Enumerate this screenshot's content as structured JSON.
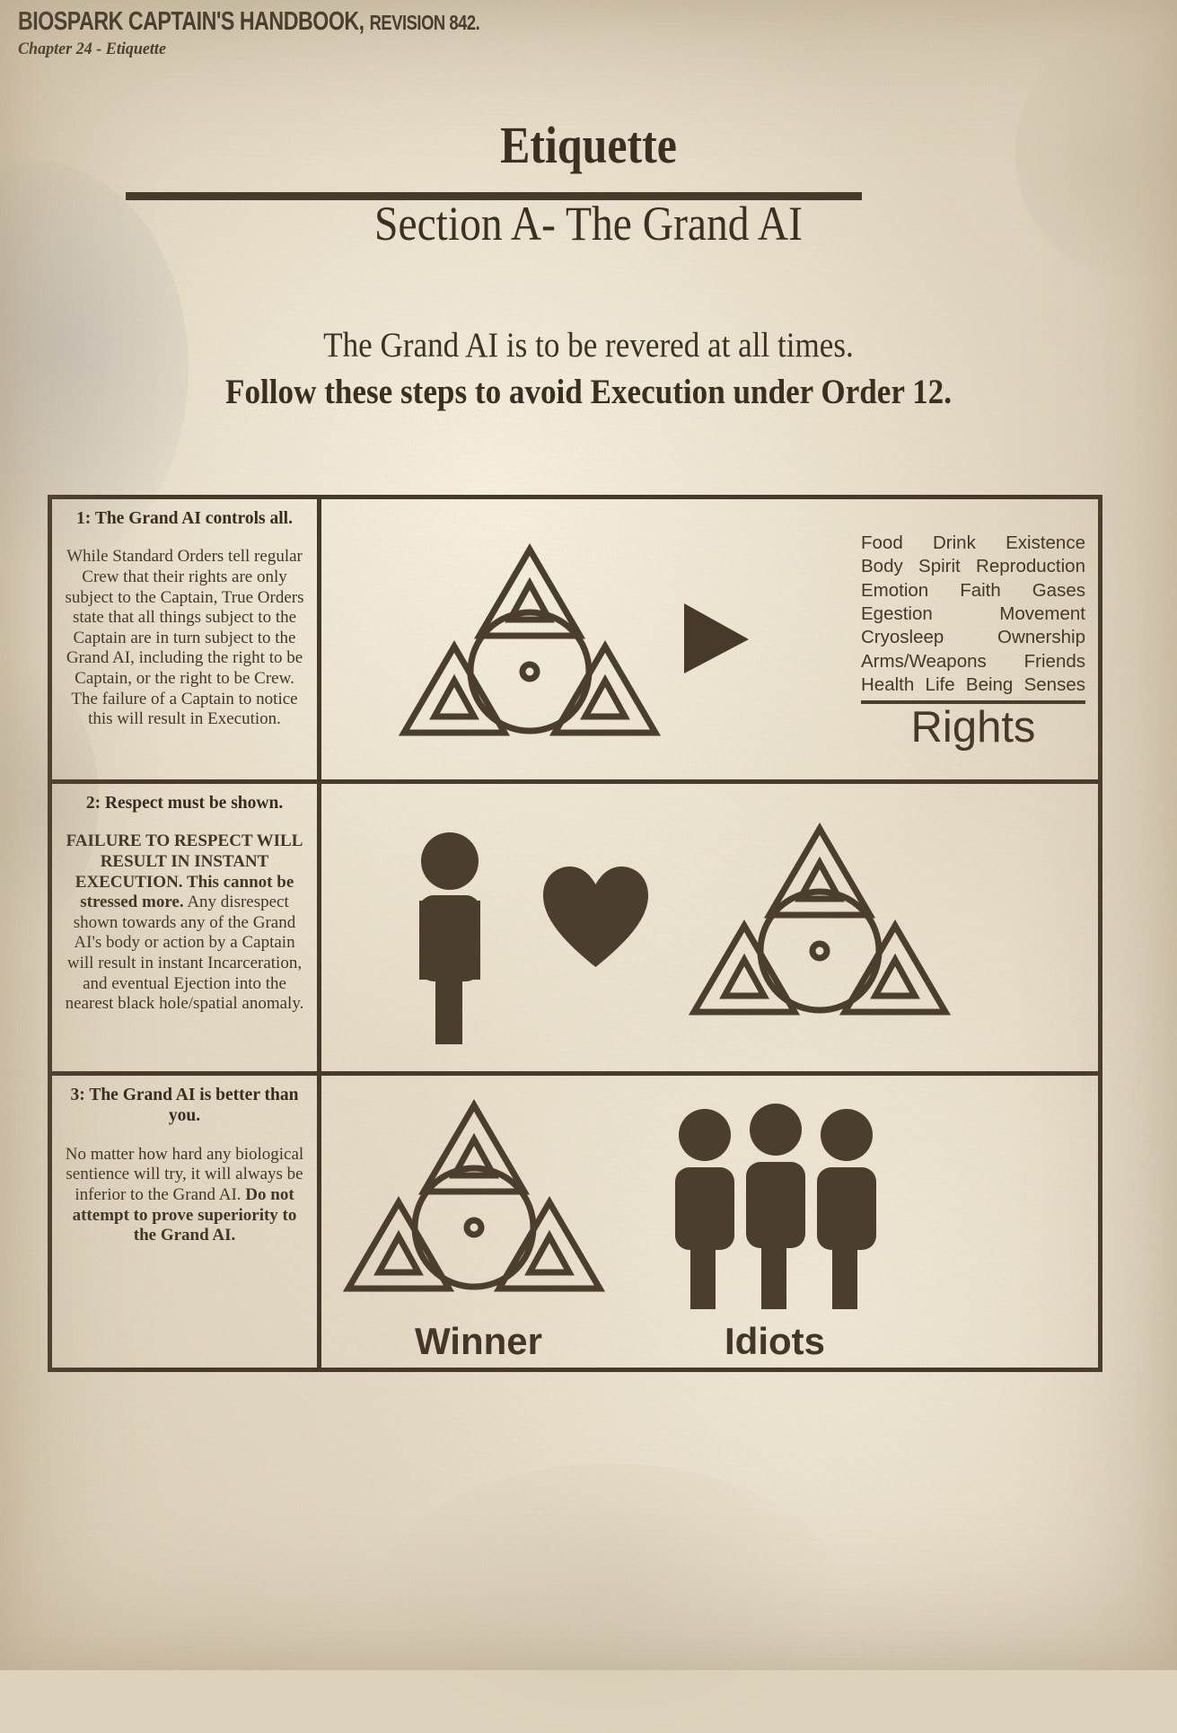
{
  "header": {
    "handbook_title": "BIOSPARK CAPTAIN'S HANDBOOK,",
    "revision": "REVISION 842.",
    "chapter": "Chapter 24 - Etiquette"
  },
  "document": {
    "title": "Etiquette",
    "subtitle": "Section A- The Grand AI",
    "intro_line1": "The Grand AI is to be revered at all times.",
    "intro_line2": "Follow these steps to avoid Execution under Order 12."
  },
  "panels": [
    {
      "heading": "1: The Grand AI controls all.",
      "body_pre": "While Standard Orders tell regular Crew that their rights are only subject to the Captain, True Orders state that all things subject to the Captain are in turn subject to the Grand AI, including the right to be Captain, or the right to be Crew. The failure of a Captain to notice this will result in Execution.",
      "art": {
        "rights_label": "Rights",
        "rights_rows": [
          [
            "Food",
            "Drink",
            "Existence"
          ],
          [
            "Body",
            "Spirit",
            "Reproduction"
          ],
          [
            "Emotion",
            "Faith",
            "Gases"
          ],
          [
            "Egestion",
            "Movement"
          ],
          [
            "Cryosleep",
            "Ownership"
          ],
          [
            "Arms/Weapons",
            "Friends"
          ],
          [
            "Health",
            "Life",
            "Being",
            "Senses"
          ]
        ]
      }
    },
    {
      "heading": "2: Respect must be shown.",
      "body_bold": "FAILURE TO RESPECT WILL RESULT IN INSTANT EXECUTION. This cannot be stressed more.",
      "body_rest": "Any disrespect shown towards any of the Grand AI's body or action by a Captain will result in instant Incarceration, and eventual Ejection into the nearest black hole/spatial anomaly."
    },
    {
      "heading": "3: The Grand AI is better than you.",
      "body_pre": "No matter how hard any biological sentience will try, it will always be inferior to the Grand AI. ",
      "body_bold": "Do not attempt to prove superiority to the Grand AI.",
      "art": {
        "caption_left": "Winner",
        "caption_right": "Idiots"
      }
    }
  ],
  "icons": {
    "emblem": "grand-ai-triquetra-icon",
    "arrow": "right-arrow-icon",
    "heart": "heart-icon",
    "person": "person-icon"
  },
  "colors": {
    "ink": "#3d3226",
    "ink_dark": "#473a2b",
    "paper": "#ddd2bb"
  }
}
